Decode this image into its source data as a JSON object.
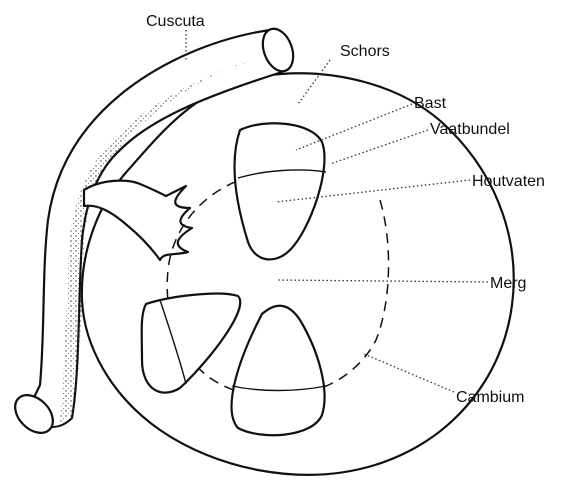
{
  "labels": {
    "cuscuta": "Cuscuta",
    "schors": "Schors",
    "bast": "Bast",
    "vaatbundel": "Vaatbundel",
    "houtvaten": "Houtvaten",
    "merg": "Merg",
    "cambium": "Cambium"
  }
}
